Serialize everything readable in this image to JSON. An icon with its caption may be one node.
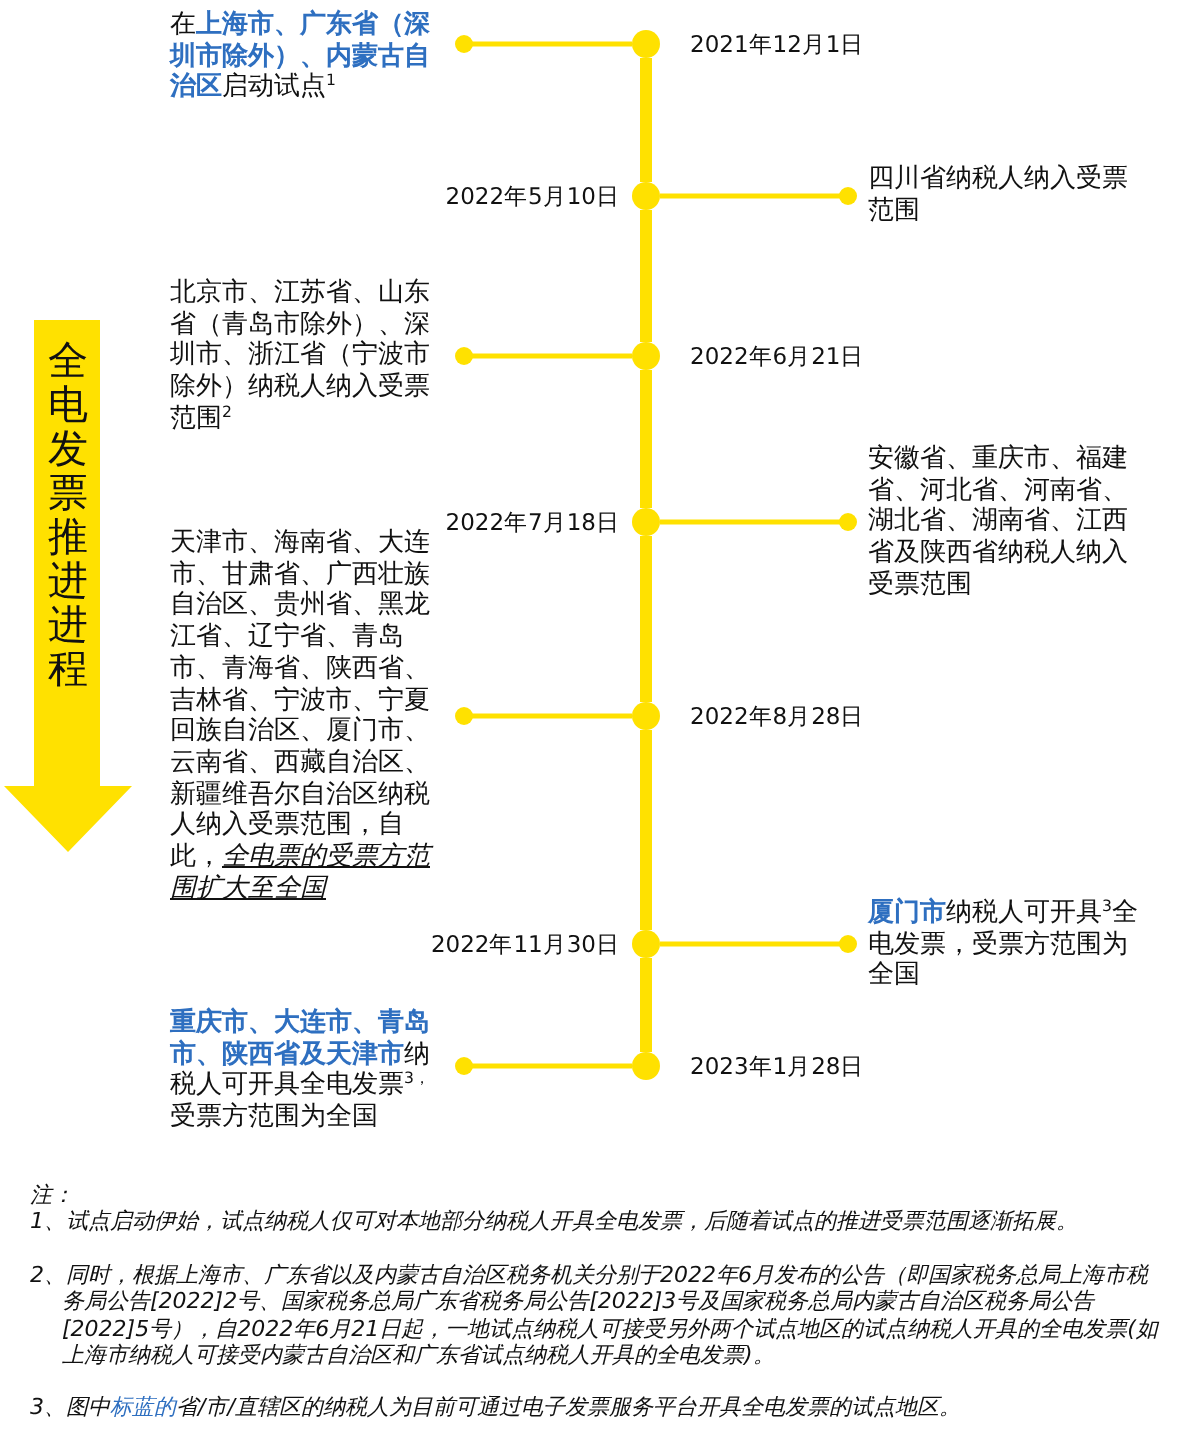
{
  "diagram": {
    "nodes": [
      {
        "text": [
          "在**上海市、广东省（深圳市除外）、内蒙古自治区**启动试点$^{1}$"
        ]
      },
      {
        "text": [],
        "shape": "circle",
        "beside": [
          "2021年12月1日"
        ]
      },
      {
        "text": [],
        "shape": "circle",
        "beside": [
          "2022年5月10日"
        ]
      },
      {
        "text": [
          "四川省纳税人纳入受票范围"
        ]
      },
      {
        "text": [
          "北京市、江苏省、山东省（青岛市除外）、深圳市、浙江省（宁波市除外）纳税人纳入受票范围$^{2}$"
        ]
      },
      {
        "text": [],
        "shape": "circle",
        "beside": [
          "2022年6月21日"
        ]
      },
      {
        "text": [
          "全电发票推进进程"
        ]
      },
      {
        "text": [],
        "shape": "circle",
        "beside": [
          "2022年7月18日"
        ]
      },
      {
        "text": [
          "安徽省、重庆市、福建省、河北省、河南省、湖北省、湖南省、江西省及陕西省纳税人纳入受票范围"
        ]
      },
      {
        "text": [
          "天津市、海南省、大连市、甘肃省、广西壮族自治区、贵州省、黑龙江省、辽宁省、青岛市、青海省、陕西省、吉林省、宁波市、宁夏回族自治区、厦门市、云南省、西藏自治区、新疆维吾尔自治区纳税人纳入受票范围，自此，*全电票的受票方范围扩大至全国*"
        ]
      },
      {
        "text": [],
        "shape": "circle",
        "beside": [
          "2022年8月28日"
        ]
      },
      {
        "text": [],
        "shape": "circle",
        "beside": [
          "2022年11月30日"
        ]
      },
      {
        "text": [
          "**厦门市**纳税人可开具$^{3}$全电发票，受票方范围为全国"
        ]
      },
      {
        "text": [
          "**重庆市、大连市、青岛市、陕西省及天津市**纳税人可开具全电发票$^{3，}$受票方范围为全国"
        ]
      },
      {
        "text": [],
        "shape": "circle",
        "beside": [
          "2023年1月28日"
        ]
      }
    ],
    "edges": [
      {
        "from": 1,
        "to": 2,
        "arrow": "none",
        "style": "thick"
      },
      {
        "from": 2,
        "to": 5,
        "arrow": "none",
        "style": "thick"
      },
      {
        "from": 5,
        "to": 7,
        "arrow": "none",
        "style": "thick"
      },
      {
        "from": 7,
        "to": 10,
        "arrow": "none",
        "style": "thick"
      },
      {
        "from": 10,
        "to": 11,
        "arrow": "none",
        "style": "thick"
      },
      {
        "from": 11,
        "to": 14,
        "arrow": "none",
        "style": "thick"
      },
      {
        "from": 1,
        "to": 0,
        "arrow": "other"
      },
      {
        "from": 2,
        "to": 3,
        "arrow": "other"
      },
      {
        "from": 5,
        "to": 4,
        "arrow": "other"
      },
      {
        "from": 7,
        "to": 8,
        "arrow": "other"
      },
      {
        "from": 10,
        "to": 9,
        "arrow": "other"
      },
      {
        "from": 11,
        "to": 12,
        "arrow": "other"
      },
      {
        "from": 14,
        "to": 13,
        "arrow": "other"
      }
    ],
    "labels": [
      "注：",
      "1、试点启动伊始，试点纳税人仅可对本地部分纳税人开具全电发票，后随着试点的推进受票范围逐渐拓展。",
      "2、同时，根据上海市、广东省以及内蒙古自治区税务机关分别于2022年6月发布的公告（即国家税务总局上海市税务局公告[2022]2号、国家税务总局广东省税务局公告[2022]3号及国家税务总局内蒙古自治区税务局公告[2022]5号），自2022年6月21日起，一地试点纳税人可接受另外两个试点地区的试点纳税人开具的全电发票(如上海市纳税人可接受内蒙古自治区和广东省试点纳税人开具的全电发票)。",
      "3、图中**标蓝的**省/市/直辖区的纳税人为目前可通过电子发票服务平台开具全电发票的试点地区。"
    ]
  }
}
